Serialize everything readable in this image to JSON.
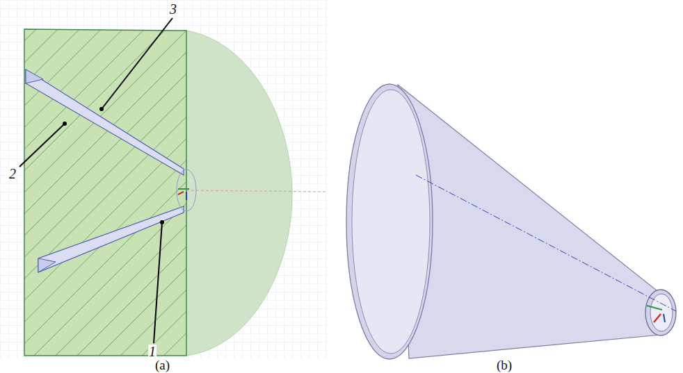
{
  "diagram": {
    "labels": [
      "3",
      "2",
      "1",
      "(a)",
      "(b)"
    ]
  }
}
